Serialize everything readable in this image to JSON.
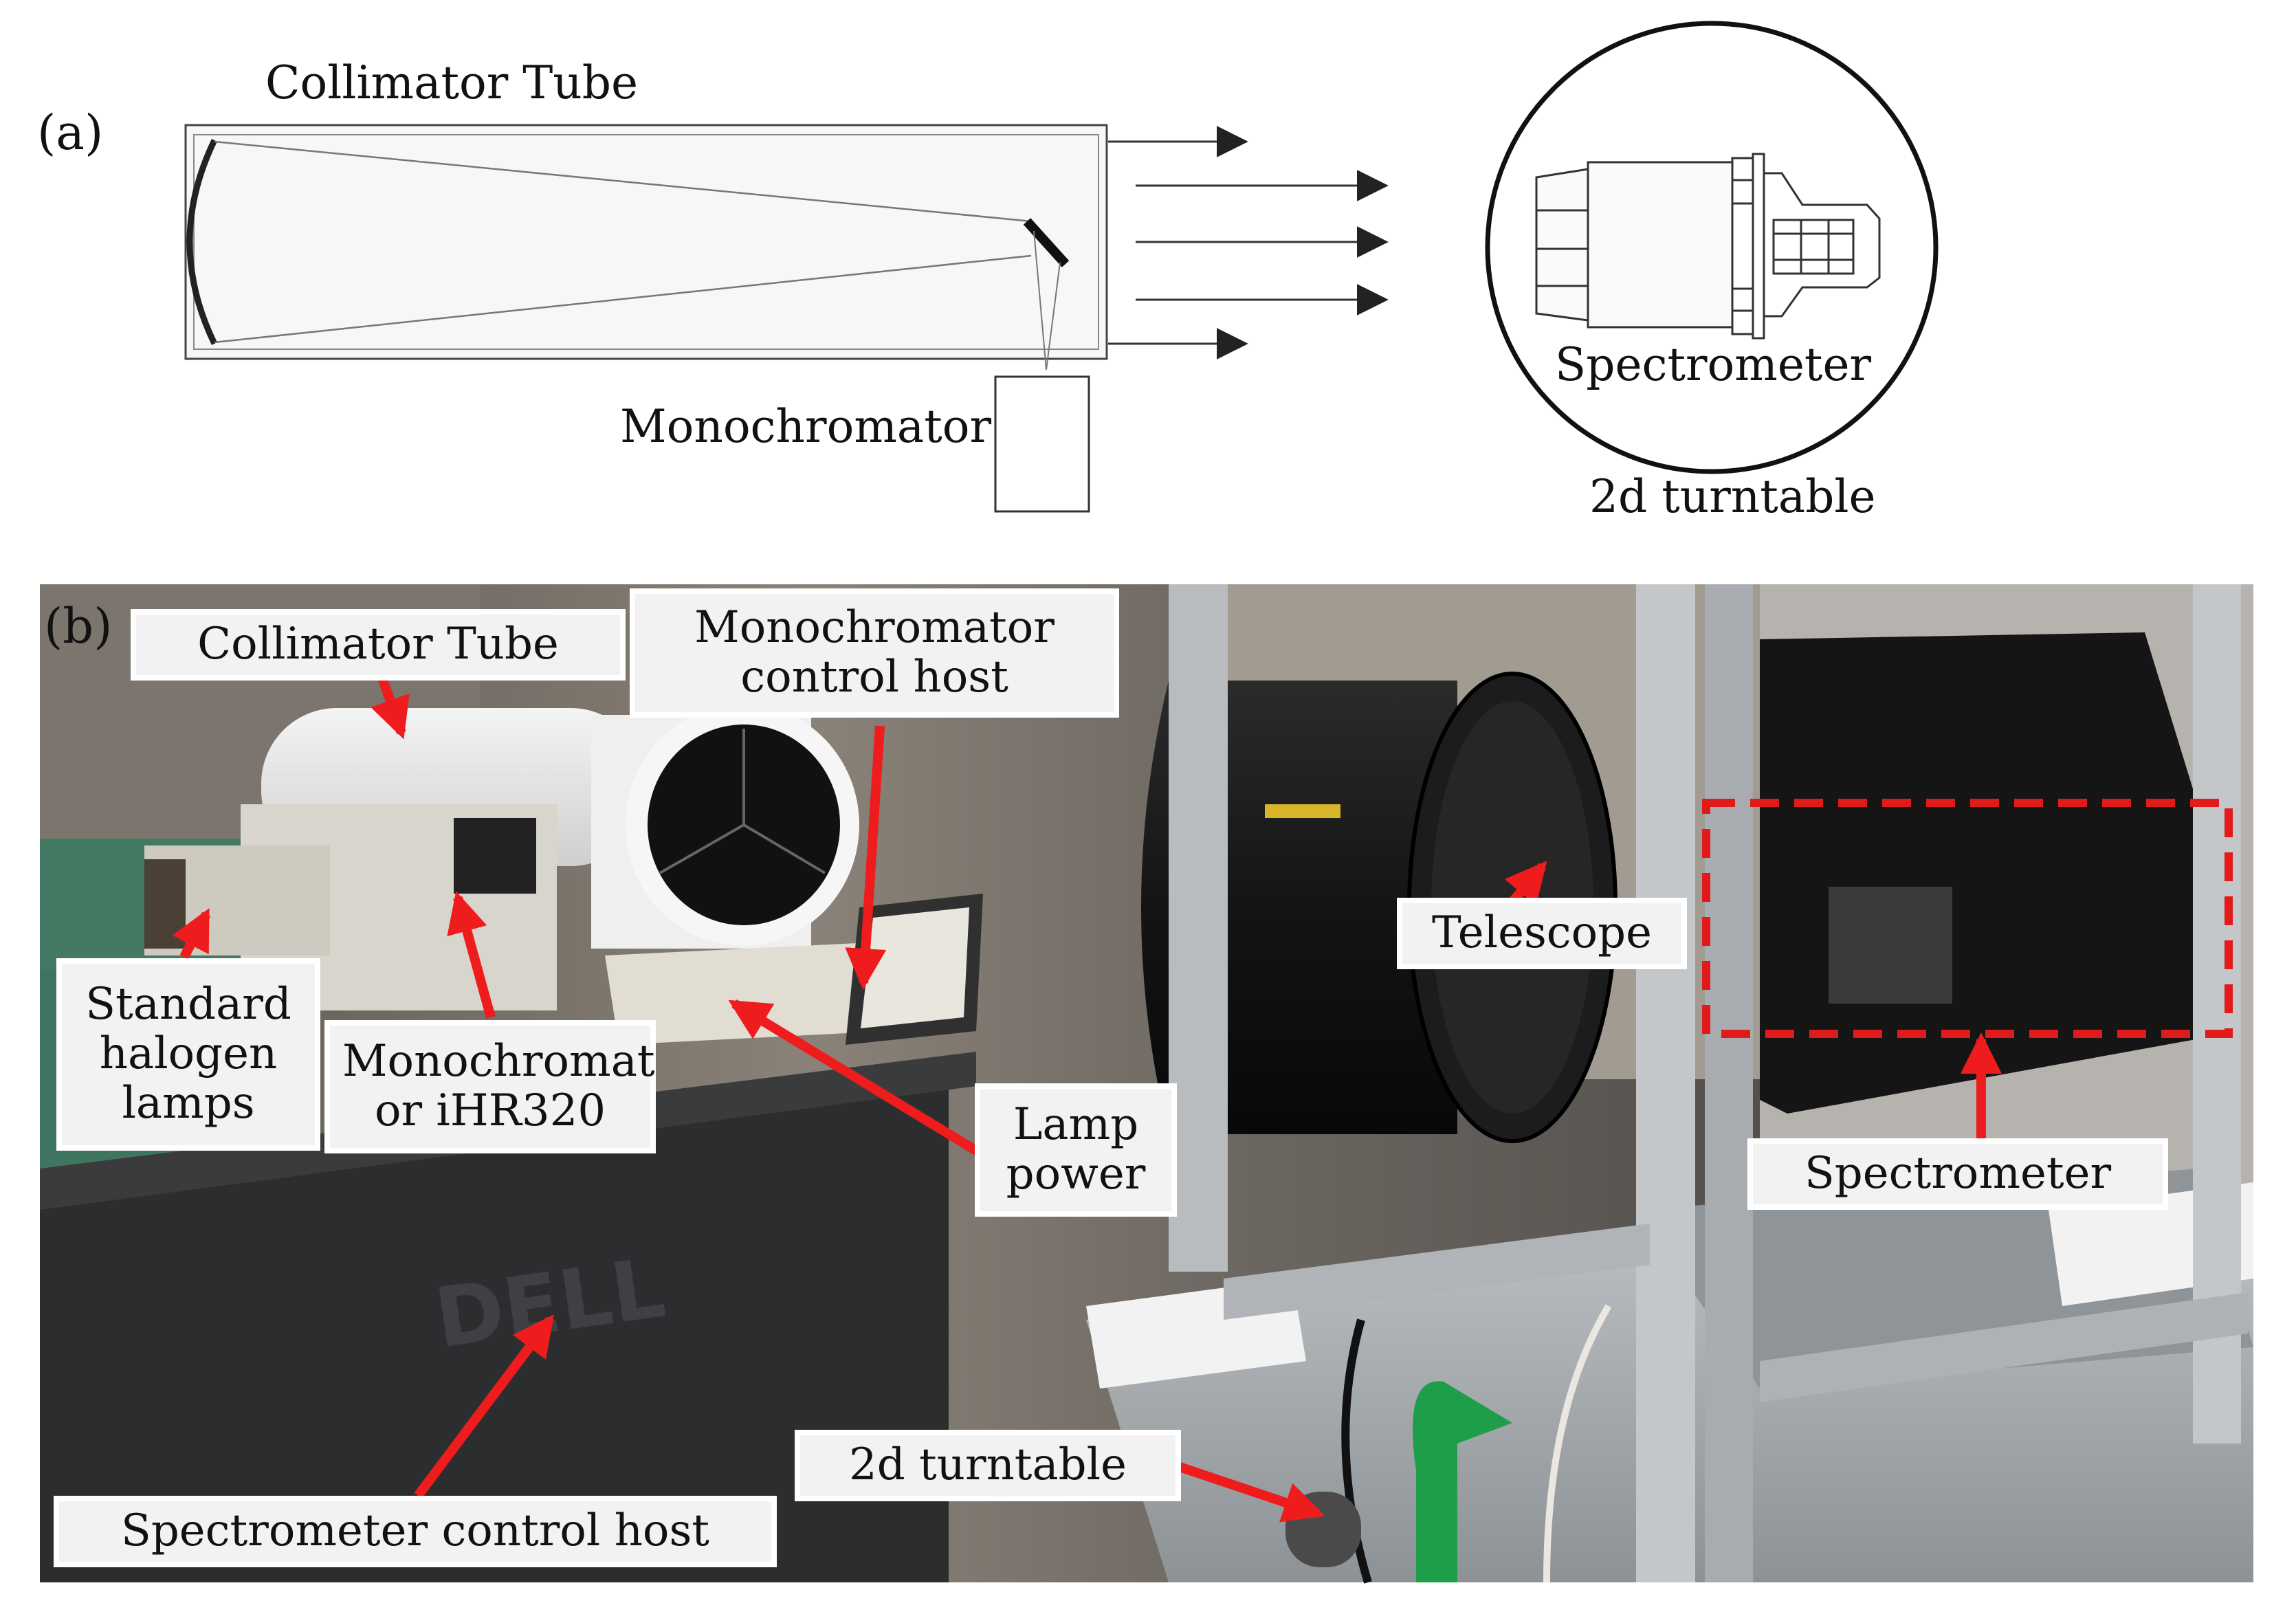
{
  "panel_a": {
    "label": "(a)",
    "collimator_tube": "Collimator Tube",
    "monochromator": "Monochromator",
    "spectrometer": "Spectrometer",
    "turntable": "2d turntable"
  },
  "panel_b": {
    "label": "(b)",
    "callouts": {
      "collimator_tube": "Collimator Tube",
      "monochromator_control_host": [
        "Monochromator",
        "control host"
      ],
      "standard_halogen_lamps": [
        "Standard",
        "halogen",
        "lamps"
      ],
      "monochromator_ihr320": [
        "Monochromat",
        "or iHR320"
      ],
      "lamp_power": [
        "Lamp",
        "power"
      ],
      "telescope": "Telescope",
      "spectrometer": "Spectrometer",
      "turntable": "2d turntable",
      "spectrometer_control_host": "Spectrometer control host"
    },
    "photo_brand_text": "DELL"
  },
  "colors": {
    "arrow_red": "#ee1c1c",
    "dashed_box": "#e11a1a",
    "line": "#222222"
  }
}
